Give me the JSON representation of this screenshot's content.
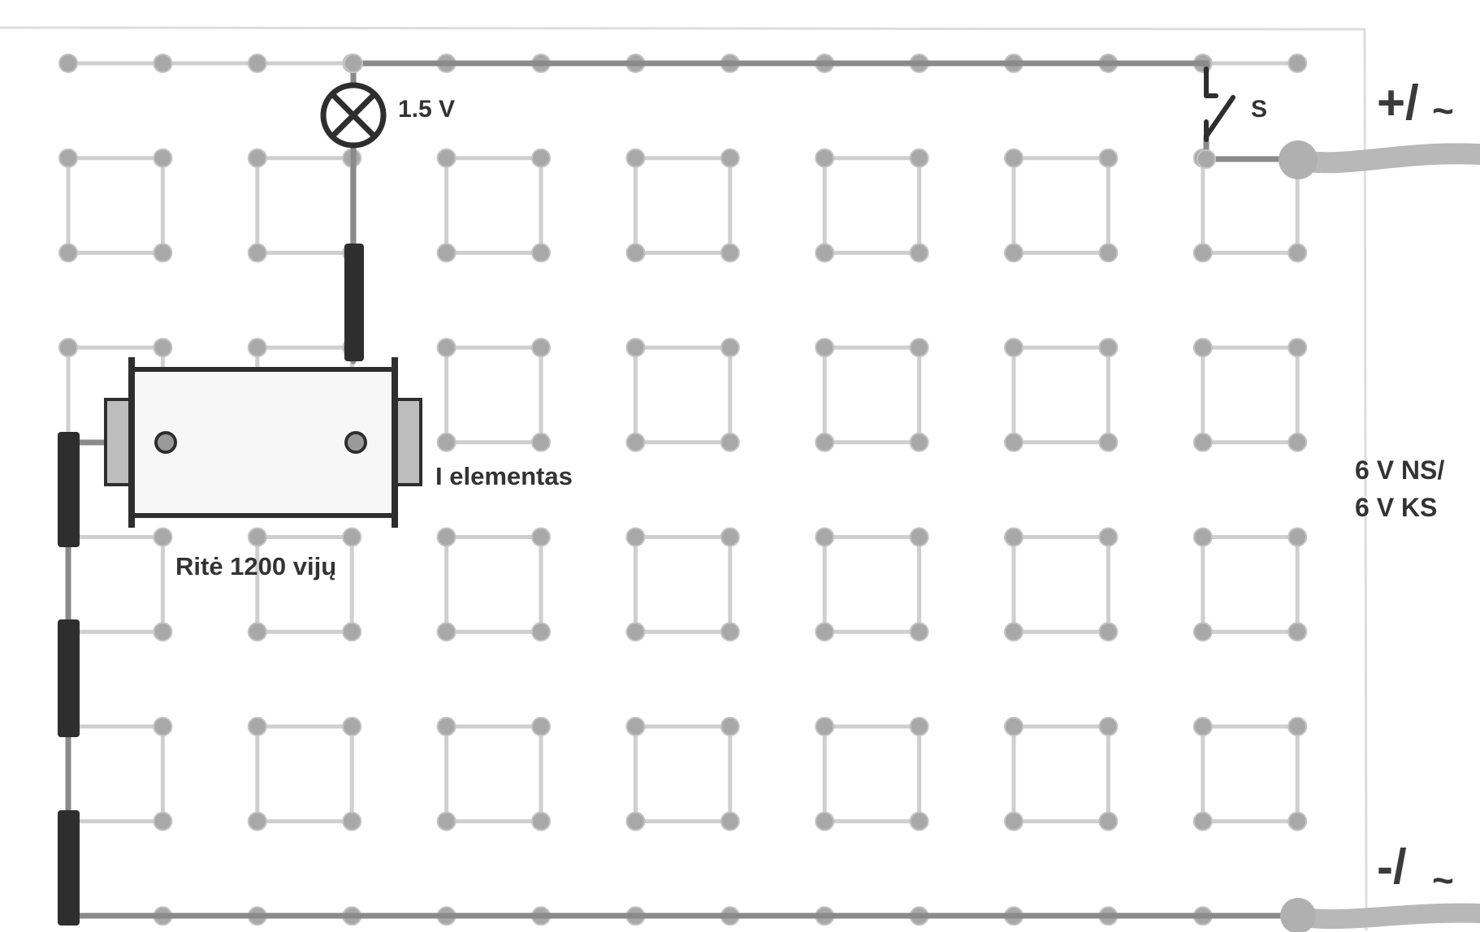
{
  "labels": {
    "lamp_voltage": "1.5 V",
    "switch": "S",
    "plus_terminal": "+/",
    "minus_terminal": "-/",
    "ac_symbol": "~",
    "core": "I  elementas",
    "coil": "Ritė 1200 vijų",
    "supply_line1": "6 V NS/",
    "supply_line2": "6 V KS"
  },
  "colors": {
    "board_grid": "#cfcfcf",
    "node": "#a8a8a8",
    "wire": "#8a8a8a",
    "connector": "#2e2e2e",
    "coil_body": "#f7f7f7",
    "coil_flange": "#bdbdbd",
    "cable": "#b8b8b8"
  }
}
